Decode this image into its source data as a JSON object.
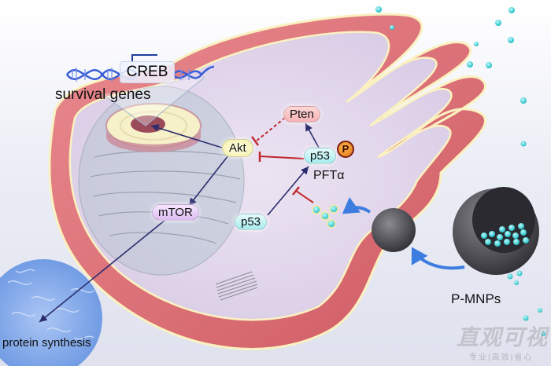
{
  "diagram": {
    "title": "",
    "nodes": {
      "creb": "CREB",
      "survival_genes": "survival genes",
      "akt": "Akt",
      "pten": "Pten",
      "p53_phospho": "p53",
      "phospho_badge": "P",
      "p53": "p53",
      "pft_alpha": "PFTα",
      "mtor": "mTOR",
      "protein_synthesis": "protein synthesis",
      "p_mnps": "P-MNPs"
    },
    "edges": [
      {
        "from": "Akt",
        "to": "nucleus (survival genes)",
        "type": "activation"
      },
      {
        "from": "Akt",
        "to": "mTOR",
        "type": "activation"
      },
      {
        "from": "mTOR",
        "to": "protein synthesis",
        "type": "activation"
      },
      {
        "from": "Pten",
        "to": "Akt",
        "type": "inhibition",
        "style": "dashed"
      },
      {
        "from": "p53 (phosphorylated)",
        "to": "Akt",
        "type": "inhibition"
      },
      {
        "from": "p53 (phosphorylated)",
        "to": "Pten",
        "type": "activation"
      },
      {
        "from": "p53",
        "to": "p53 (phosphorylated)",
        "type": "activation"
      },
      {
        "from": "PFTα",
        "to": "p53 activation",
        "type": "inhibition"
      },
      {
        "from": "P-MNPs",
        "to": "nanoparticle",
        "type": "release"
      },
      {
        "from": "nanoparticle",
        "to": "PFTα",
        "type": "release"
      }
    ],
    "colors": {
      "activation_arrow": "#2b2d6e",
      "inhibition": "#c0282d",
      "membrane": "#d9646c",
      "membrane_edge": "#fbf1c0",
      "cytoplasm": "#e9dff0",
      "particles": "#2ed4d6",
      "release_arrow": "#3d7de0",
      "akt_fill": "#f4eea4",
      "pten_fill": "#f4b2b6",
      "p53_fill": "#a6ecee",
      "mtor_fill": "#dcbcf0",
      "phospho_fill": "#e0781c"
    }
  },
  "watermark": {
    "text": "直观可视",
    "subtext": "专业|高效|省心"
  }
}
